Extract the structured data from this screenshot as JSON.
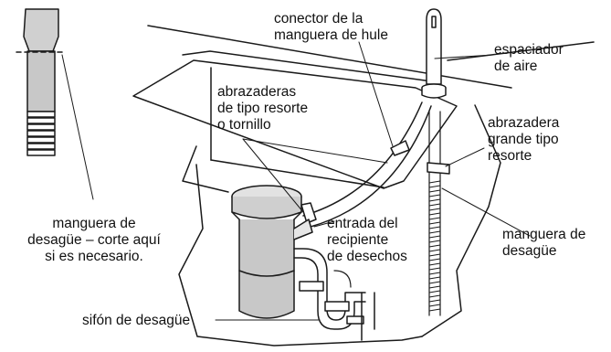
{
  "labels": {
    "hose_connector": [
      "conector de la",
      "manguera de hule"
    ],
    "air_gap": [
      "espaciador",
      "de aire"
    ],
    "spring_clamps": [
      "abrazaderas",
      "de tipo resorte",
      "o tornillo"
    ],
    "large_clamp": [
      "abrazadera",
      "grande tipo",
      "resorte"
    ],
    "cut_hose": [
      "manguera de",
      "desagüe – corte aquí",
      "si es necesario."
    ],
    "disposal_inlet": [
      "entrada del",
      "recipiente",
      "de desechos"
    ],
    "drain_hose": [
      "manguera de",
      "desagüe"
    ],
    "drain_trap": [
      "sifón de desagüe"
    ]
  },
  "colors": {
    "line": "#1a1a1a",
    "fill_gray": "#c8c8c8",
    "fill_light": "#e6e6e6",
    "background": "#ffffff"
  }
}
